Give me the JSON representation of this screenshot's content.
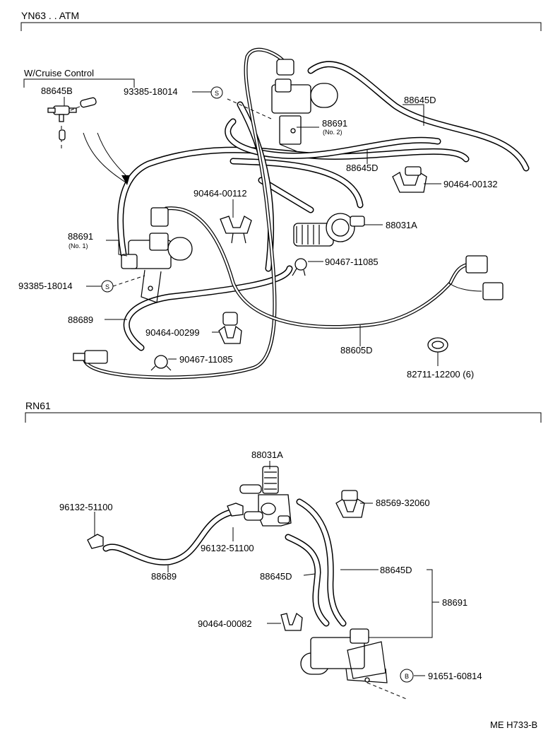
{
  "sections": {
    "top": {
      "title": "YN63 . . ATM",
      "subtitle": "W/Cruise Control"
    },
    "bottom": {
      "title": "RN61"
    }
  },
  "labels": {
    "t_88645B": "88645B",
    "t_93385_top": "93385-18014",
    "t_88691_no2": "88691",
    "t_no2": "(No. 2)",
    "t_88645D_a": "88645D",
    "t_88645D_b": "88645D",
    "t_90464_00112": "90464-00112",
    "t_90464_00132": "90464-00132",
    "t_88031A_top": "88031A",
    "t_88691_no1": "88691",
    "t_no1": "(No. 1)",
    "t_90467_a": "90467-11085",
    "t_93385_mid": "93385-18014",
    "t_88689_top": "88689",
    "t_90464_00299": "90464-00299",
    "t_88605D": "88605D",
    "t_90467_b": "90467-11085",
    "t_82711": "82711-12200 (6)",
    "b_88031A": "88031A",
    "b_96132_a": "96132-51100",
    "b_88569": "88569-32060",
    "b_96132_b": "96132-51100",
    "b_88689": "88689",
    "b_88645D_a": "88645D",
    "b_88645D_b": "88645D",
    "b_88691": "88691",
    "b_90464_00082": "90464-00082",
    "b_91651": "91651-60814",
    "s_symbol": "S",
    "b_symbol": "B"
  },
  "footer": {
    "ref": "ME H733-B"
  },
  "icons": [
    "vsv-valve-icon",
    "vacuum-hose-icon",
    "hose-clip-icon",
    "connector-icon",
    "bolt-symbol-icon",
    "check-valve-icon"
  ]
}
